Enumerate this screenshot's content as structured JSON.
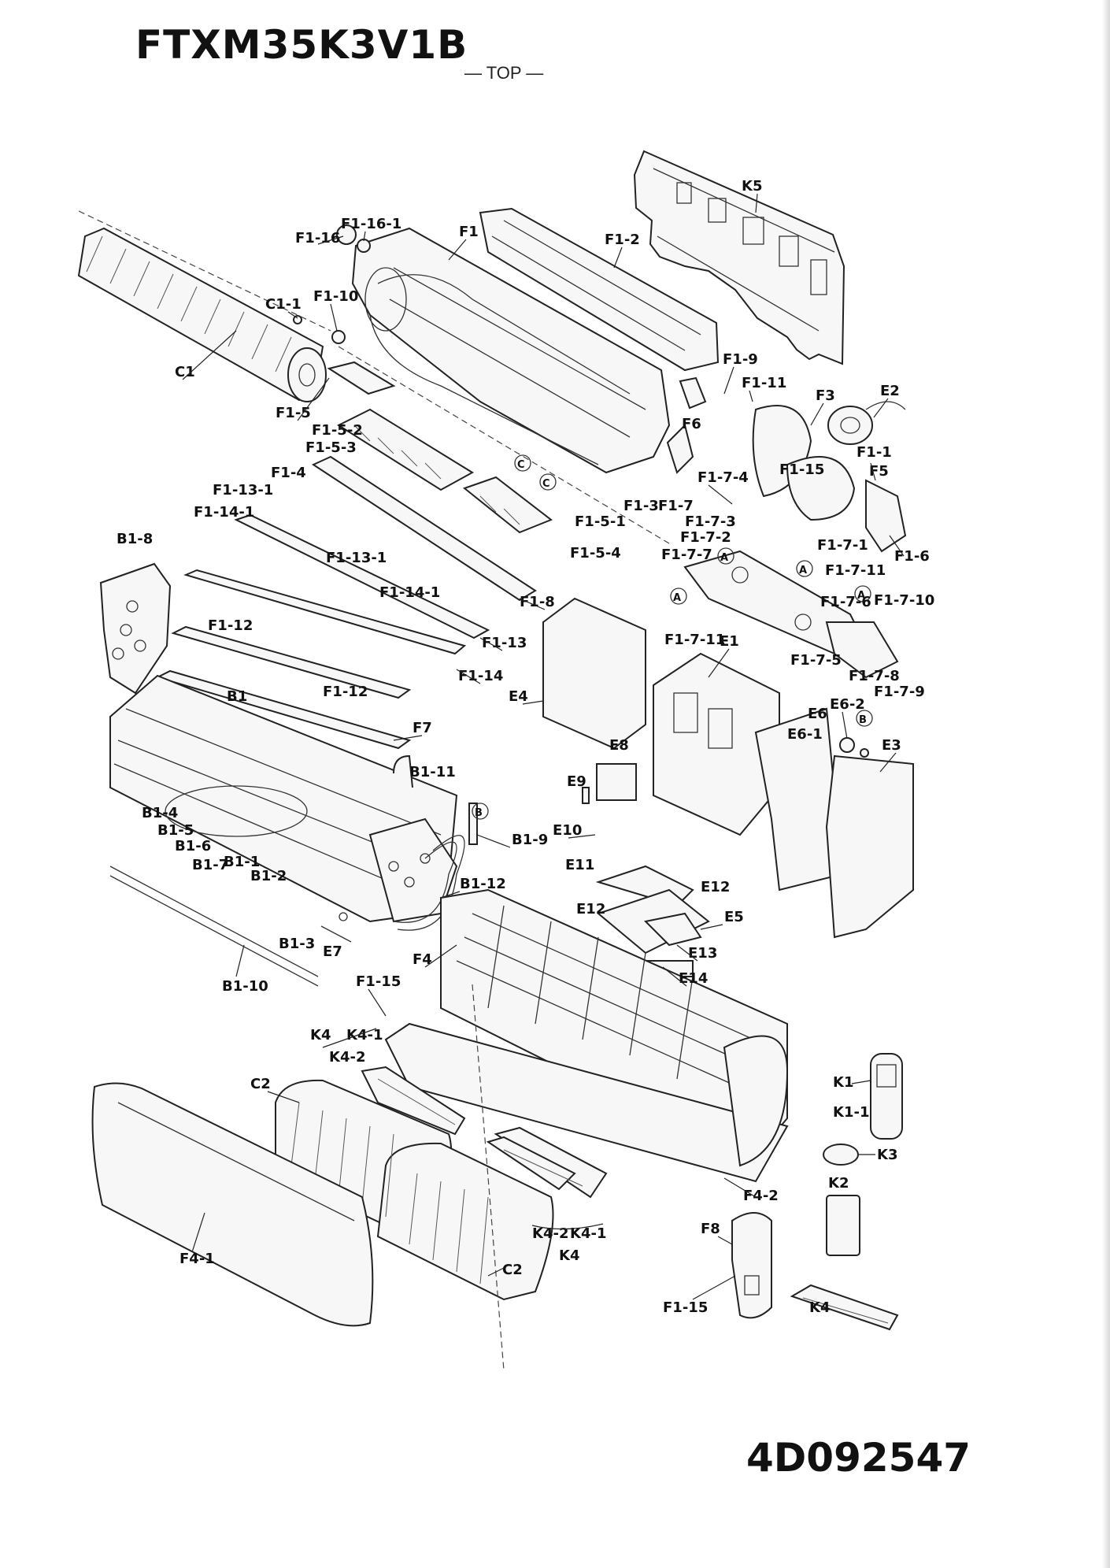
{
  "header": {
    "model": "FTXM35K3V1B",
    "orientation": "— TOP —"
  },
  "footer": {
    "document_number": "4D092547"
  },
  "labels": {
    "K5": "K5",
    "F1_16": "F1-16",
    "F1_16_1": "F1-16-1",
    "F1": "F1",
    "F1_2": "F1-2",
    "C1_1": "C1-1",
    "F1_10": "F1-10",
    "C1": "C1",
    "F1_9": "F1-9",
    "F1_11a": "F1-11",
    "F3": "F3",
    "E2": "E2",
    "F1_5": "F1-5",
    "F1_5_2": "F1-5-2",
    "F1_5_3": "F1-5-3",
    "F6": "F6",
    "F1_15a": "F1-15",
    "F1_1": "F1-1",
    "F5": "F5",
    "F1_4": "F1-4",
    "F1_7_4": "F1-7-4",
    "F1_3": "F1-3",
    "F1_7": "F1-7",
    "F1_13_1a": "F1-13-1",
    "F1_14_1a": "F1-14-1",
    "F1_5_1": "F1-5-1",
    "F1_7_3": "F1-7-3",
    "F1_7_2": "F1-7-2",
    "F1_6": "F1-6",
    "B1_8": "B1-8",
    "F1_5_4": "F1-5-4",
    "F1_7_7": "F1-7-7",
    "F1_7_1": "F1-7-1",
    "F1_13_1b": "F1-13-1",
    "F1_14_1b": "F1-14-1",
    "F1_7_11a": "F1-7-11",
    "F1_8": "F1-8",
    "F1_7_6": "F1-7-6",
    "F1_7_10": "F1-7-10",
    "F1_12a": "F1-12",
    "F1_13": "F1-13",
    "F1_7_11b": "F1-7-11",
    "E1": "E1",
    "F1_14": "F1-14",
    "F1_7_5": "F1-7-5",
    "F1_7_8": "F1-7-8",
    "F1_12b": "F1-12",
    "B1": "B1",
    "E4": "E4",
    "F1_7_9": "F1-7-9",
    "E6_2": "E6-2",
    "F7": "F7",
    "E6": "E6",
    "E6_1": "E6-1",
    "E8": "E8",
    "E3": "E3",
    "B1_11": "B1-11",
    "E9": "E9",
    "B1_4": "B1-4",
    "B1_5": "B1-5",
    "B1_6": "B1-6",
    "B1_9": "B1-9",
    "E10": "E10",
    "B1_7": "B1-7",
    "B1_1": "B1-1",
    "E11": "E11",
    "B1_2": "B1-2",
    "E12a": "E12",
    "B1_12": "B1-12",
    "E12b": "E12",
    "E5": "E5",
    "B1_3": "B1-3",
    "E7": "E7",
    "E13": "E13",
    "F4": "F4",
    "E14": "E14",
    "F1_15b": "F1-15",
    "B1_10": "B1-10",
    "K4a": "K4",
    "K4_1a": "K4-1",
    "K4_2a": "K4-2",
    "C2a": "C2",
    "K1": "K1",
    "K1_1": "K1-1",
    "K3": "K3",
    "K2": "K2",
    "F4_2": "F4-2",
    "F8": "F8",
    "K4_2b": "K4-2",
    "K4_1b": "K4-1",
    "K4b": "K4",
    "F4_1": "F4-1",
    "C2b": "C2",
    "F1_15c": "F1-15",
    "K4c": "K4"
  },
  "markers": {
    "A": "A",
    "B": "B",
    "C": "C"
  }
}
